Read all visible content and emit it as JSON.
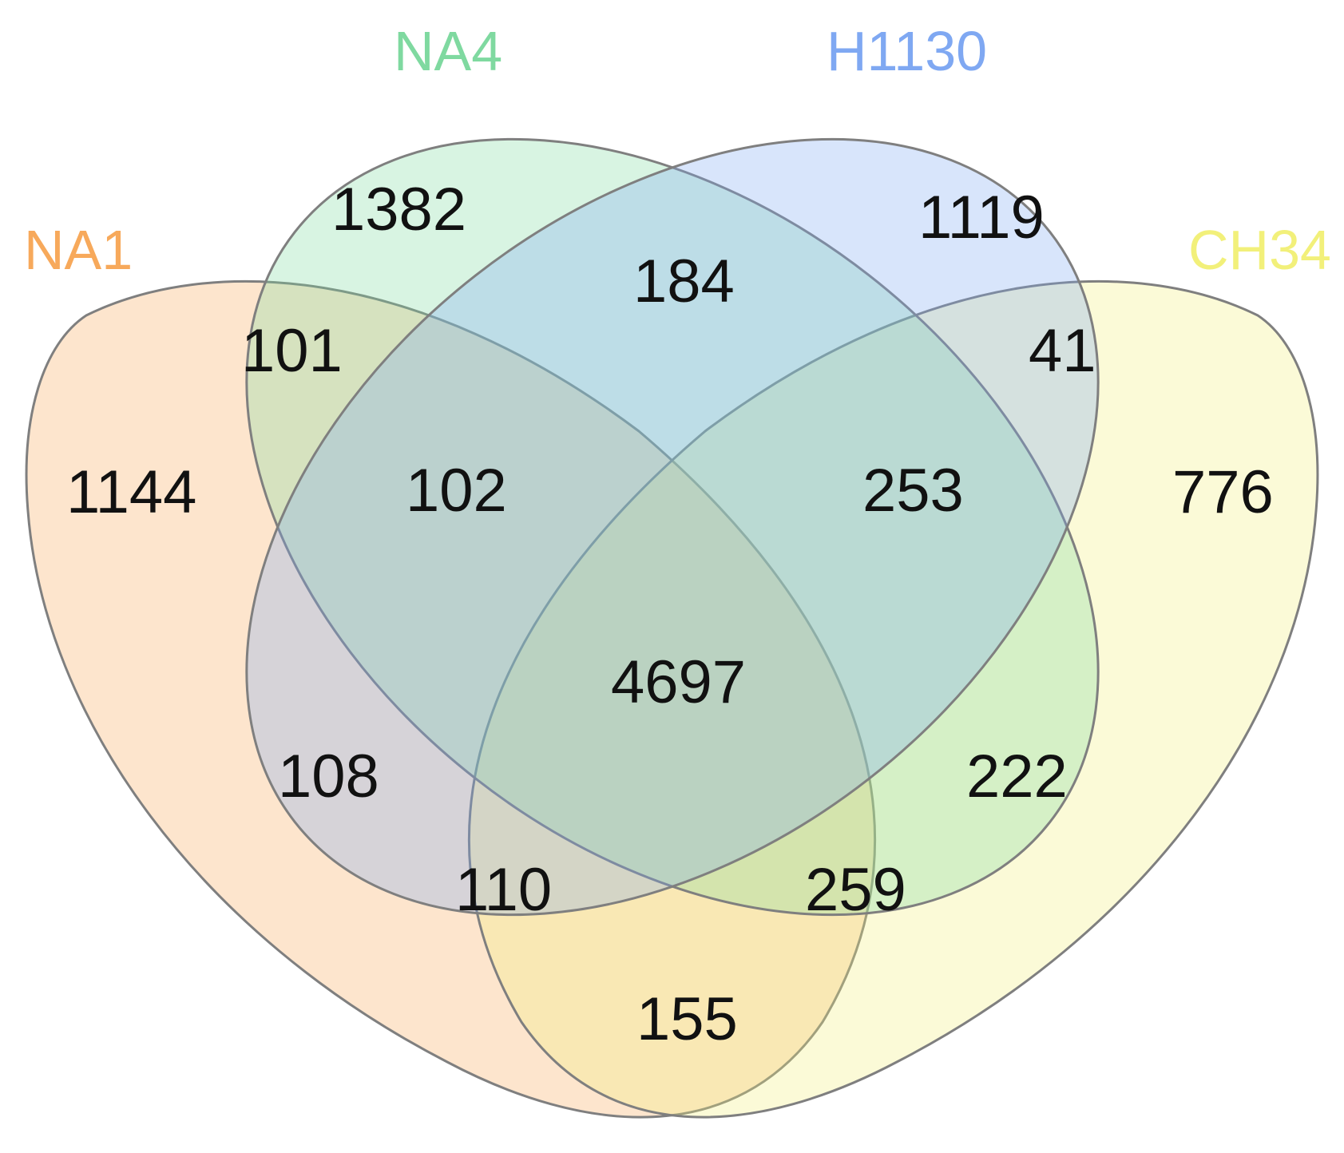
{
  "sets": [
    {
      "id": "na1",
      "label": "NA1",
      "color": "#F7A95B"
    },
    {
      "id": "na4",
      "label": "NA4",
      "color": "#7FD9A0"
    },
    {
      "id": "h1130",
      "label": "H1130",
      "color": "#7FA8F2"
    },
    {
      "id": "ch34",
      "label": "CH34",
      "color": "#F2F07A"
    }
  ],
  "regions": {
    "na1_only": "1144",
    "na4_only": "1382",
    "h1130_only": "1119",
    "ch34_only": "776",
    "na1_na4": "101",
    "na4_h1130": "184",
    "h1130_ch34": "41",
    "na1_na4_h1130": "102",
    "na4_h1130_ch34": "253",
    "all_four": "4697",
    "na1_na4_ch34": "108",
    "na4_h1130_ch34_lower": "222",
    "na1_na4_ch34_lower": "110",
    "na1_h1130_ch34": "259",
    "na1_ch34": "155"
  }
}
